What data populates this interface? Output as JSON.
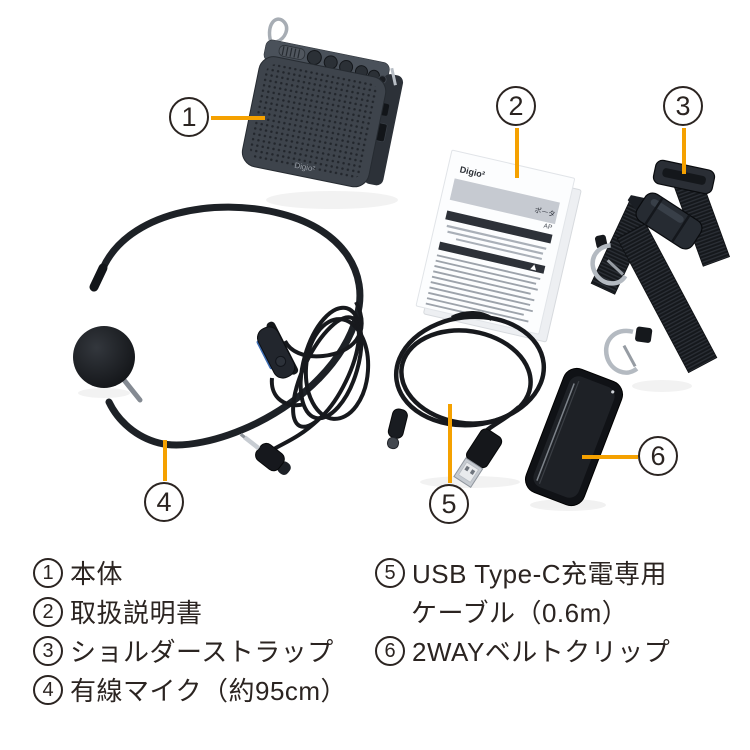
{
  "legend": {
    "items": [
      {
        "num": "1",
        "label": "本体"
      },
      {
        "num": "2",
        "label": "取扱説明書"
      },
      {
        "num": "3",
        "label": "ショルダーストラップ"
      },
      {
        "num": "4",
        "label": "有線マイク（約95cm）"
      },
      {
        "num": "5",
        "label": "USB Type-C充電専用",
        "label2": "ケーブル（0.6m）"
      },
      {
        "num": "6",
        "label": "2WAYベルトクリップ"
      }
    ]
  },
  "photo": {
    "device_logo": "Digio²",
    "manual_logo": "Digio²",
    "manual_title_fragment": "ポータ",
    "manual_model_fragment": "AP"
  },
  "colors": {
    "callout_orange": "#F5A100",
    "text_dark": "#2b2421",
    "device_body": "#3e444c"
  }
}
